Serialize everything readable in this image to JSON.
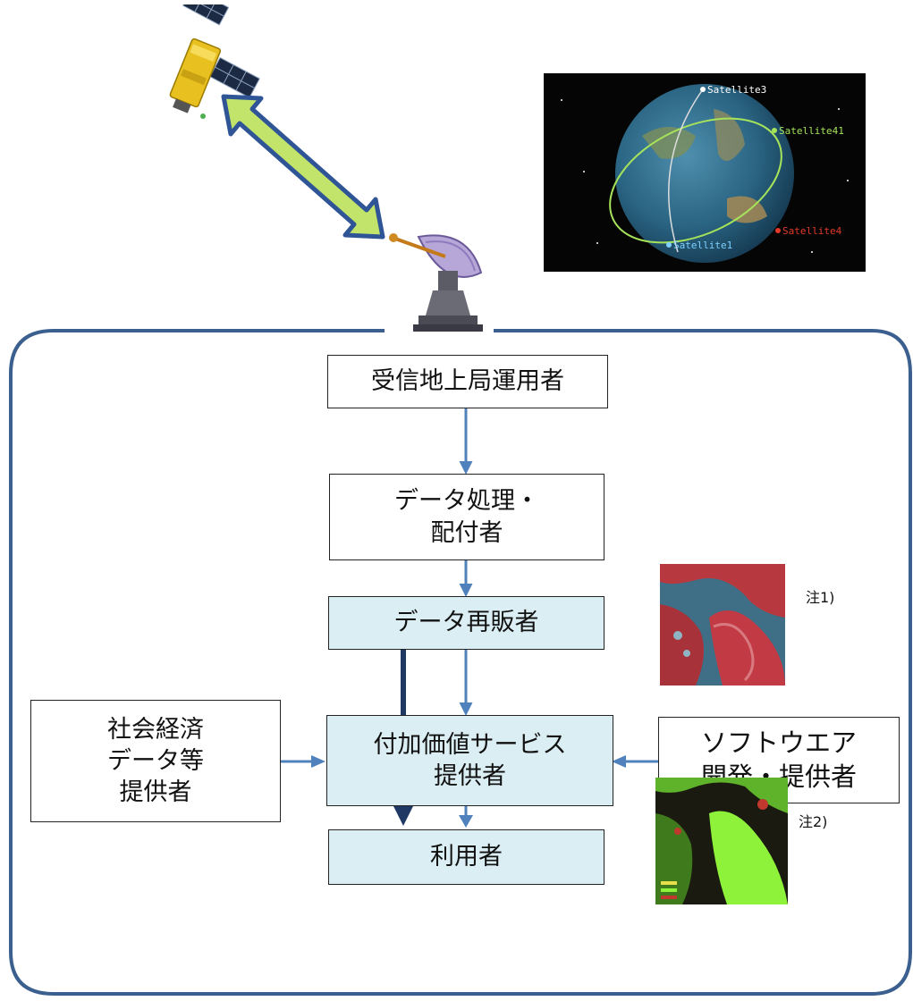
{
  "boxes": {
    "ground_station_operator": "受信地上局運用者",
    "data_processing_line1": "データ処理・",
    "data_processing_line2": "配付者",
    "data_reseller": "データ再販者",
    "value_added_line1": "付加価値サービス",
    "value_added_line2": "提供者",
    "socio_economic_line1": "社会経済",
    "socio_economic_line2": "データ等",
    "socio_economic_line3": "提供者",
    "software_line1": "ソフトウエア",
    "software_line2": "開発・提供者",
    "users": "利用者"
  },
  "notes": {
    "note1": "注1)",
    "note2": "注2)"
  },
  "orbit_image": {
    "satellite_labels": [
      "Satellite3",
      "Satellite41",
      "Satellite4",
      "Satellite1"
    ],
    "label_colors": [
      "#ffffff",
      "#a6e35a",
      "#e33a2a",
      "#7fd0ff"
    ]
  },
  "colors": {
    "frame": "#3b5f8e",
    "flow_arrow": "#4f81bd",
    "dark_arrow": "#1f3864",
    "link_arrow_fill": "#c3e46a",
    "link_arrow_stroke": "#2f5597",
    "box_blue": "#dbeef3"
  }
}
